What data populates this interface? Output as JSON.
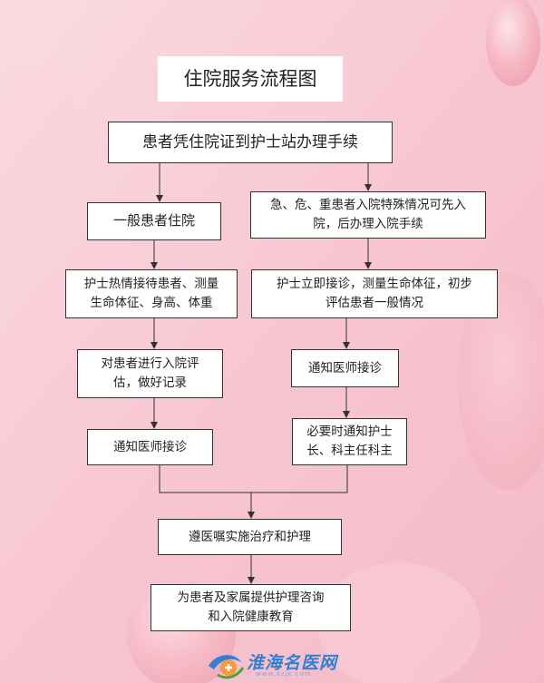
{
  "title": "住院服务流程图",
  "steps": {
    "start": "患者凭住院证到护士站办理手续",
    "left": [
      "一般患者住院",
      "护士热情接待患者、测量",
      "生命体征、身高、体重",
      "对患者进行入院评",
      "估，做好记录",
      "通知医师接诊"
    ],
    "right": [
      "急、危、重患者入院特殊情况可先入",
      "院，后办理入院手续",
      "护士立即接诊，测量生命体征，初步",
      "评估患者一般情况",
      "通知医师接诊",
      "必要时通知护士",
      "长、科主任科主"
    ],
    "treat": "遵医嘱实施治疗和护理",
    "educate": [
      "为患者及家属提供护理咨询",
      "和入院健康教育"
    ]
  },
  "watermark": {
    "name": "淮海名医网",
    "url": "www.xzjk.com"
  },
  "colors": {
    "background": "#f7c9d3",
    "box_border": "#333333",
    "logo": "#2f7fd3"
  }
}
